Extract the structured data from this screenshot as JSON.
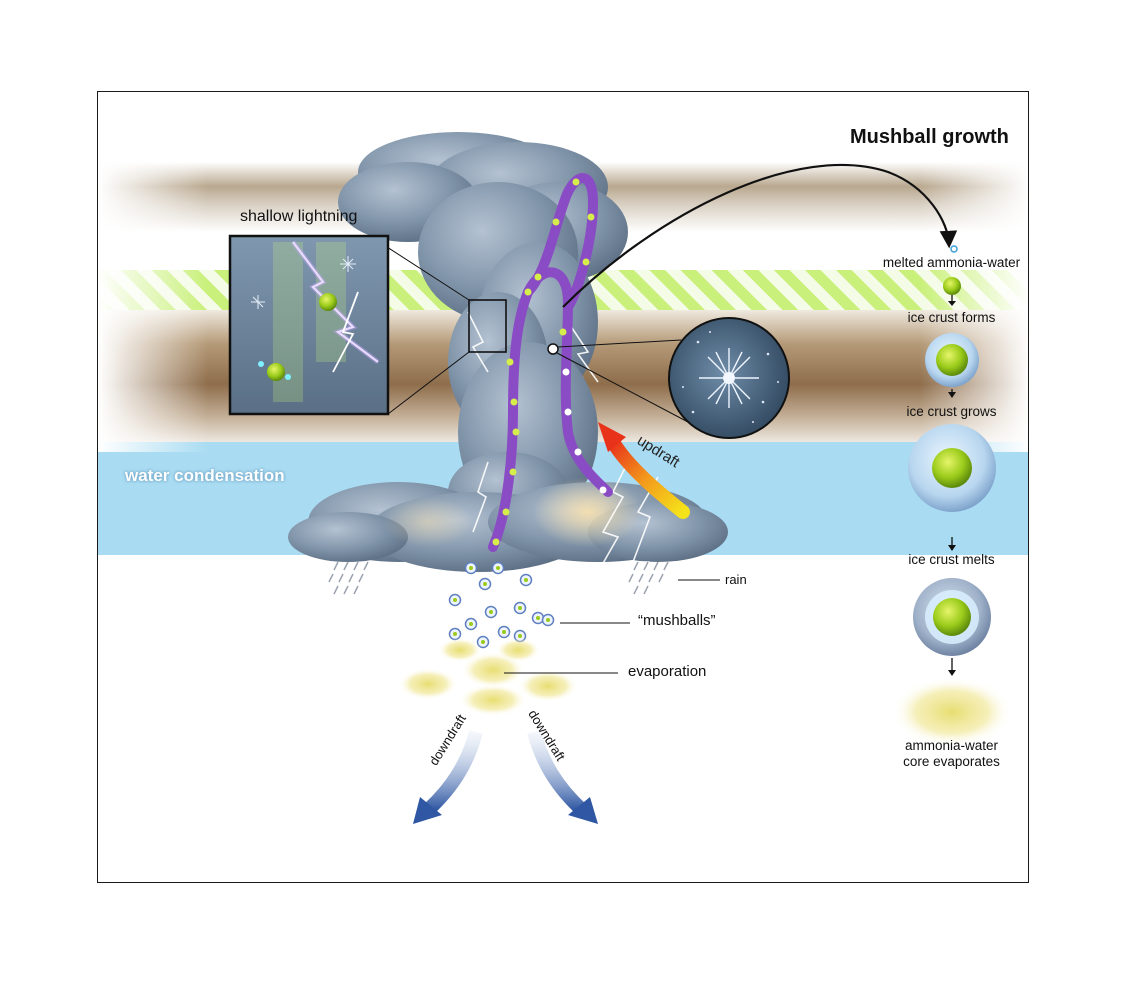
{
  "title": "Mushball growth",
  "labels": {
    "shallow_lightning": "shallow lightning",
    "water_condensation": "water condensation",
    "updraft": "updraft",
    "downdraft_left": "downdraft",
    "downdraft_right": "downdraft",
    "rain": "rain",
    "mushballs": "“mushballs”",
    "evaporation": "evaporation"
  },
  "stages": [
    {
      "text": "melted ammonia-water"
    },
    {
      "text": "ice crust forms"
    },
    {
      "text": "ice crust grows"
    },
    {
      "text": "ice crust melts"
    },
    {
      "text_line1": "ammonia-water",
      "text_line2": "core evaporates"
    }
  ],
  "colors": {
    "ammonia_band": "#c9f07a",
    "water_band": "#a9dcf2",
    "brown_band": "#9a7a55",
    "cloud": "#7f93a8",
    "loop_path": "#8a4cc4",
    "updraft_hot": "#e8321a",
    "updraft_warm": "#f5d21a",
    "downdraft": "#3a5ea8",
    "core_green": "#9acb1a",
    "ice_blue": "#b8d6ef",
    "evaporation_yellow": "#efe48a"
  }
}
